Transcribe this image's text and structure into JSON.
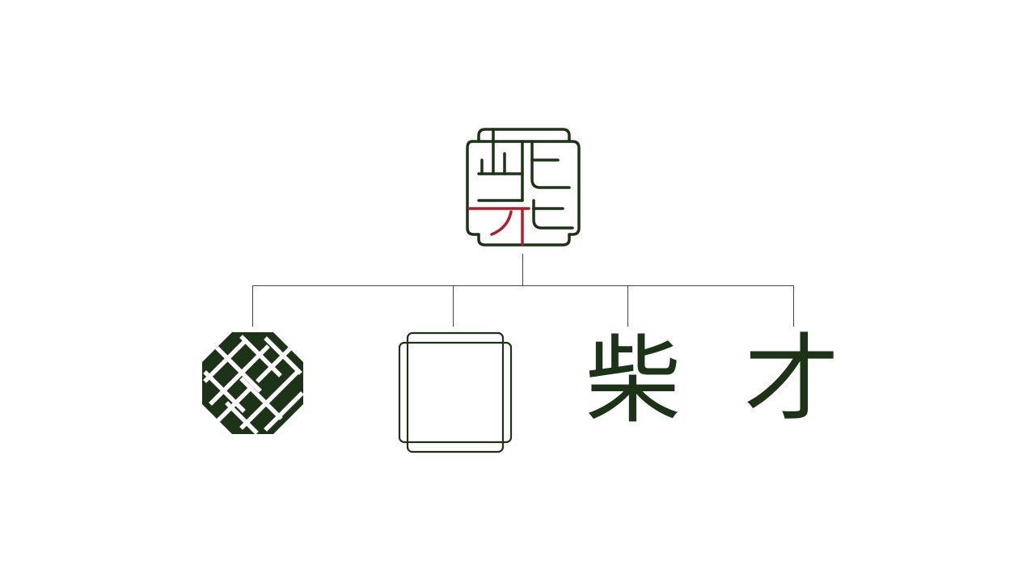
{
  "colors": {
    "ink": "#1d3318",
    "accent": "#b01e2a",
    "connector": "#444444",
    "background": "#ffffff"
  },
  "logo": {
    "name": "combined-logo-mark"
  },
  "components": [
    {
      "kind": "icon",
      "icon": "octagon-lattice-icon"
    },
    {
      "kind": "icon",
      "icon": "double-square-frame-icon"
    },
    {
      "kind": "character",
      "text": "柴"
    },
    {
      "kind": "character",
      "text": "才"
    }
  ]
}
